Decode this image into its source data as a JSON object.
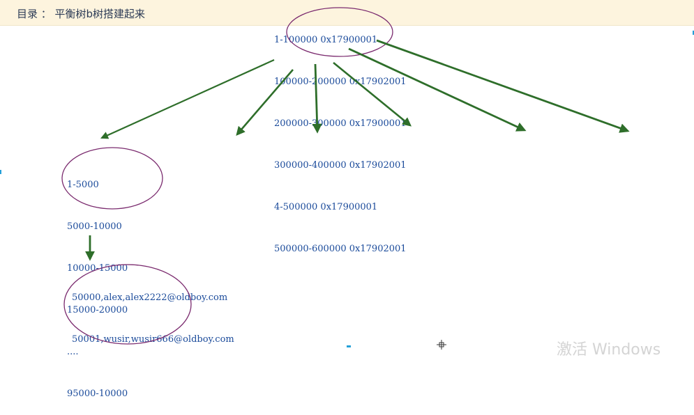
{
  "toc": {
    "label": "目录 ： 平衡树b树搭建起来"
  },
  "root_node": {
    "lines": [
      "1-100000 0x17900001",
      "100000-200000 0x17902001",
      "200000-300000 0x17900001",
      "300000-400000 0x17902001",
      "4-500000 0x17900001",
      "500000-600000 0x17902001"
    ]
  },
  "branch_node": {
    "lines": [
      "1-5000",
      "5000-10000",
      "10000-15000",
      "15000-20000",
      "....",
      "95000-10000"
    ]
  },
  "leaf_node": {
    "lines": [
      "50000,alex,alex2222@oldboy.com",
      "50001,wusir,wusir666@oldboy.com"
    ]
  },
  "watermark": {
    "text": "激活 Windows"
  },
  "colors": {
    "arrow": "#2e6e2a",
    "ellipse": "#7a2a6e",
    "text": "#1a4a9a",
    "topbar": "#fdf4de"
  }
}
